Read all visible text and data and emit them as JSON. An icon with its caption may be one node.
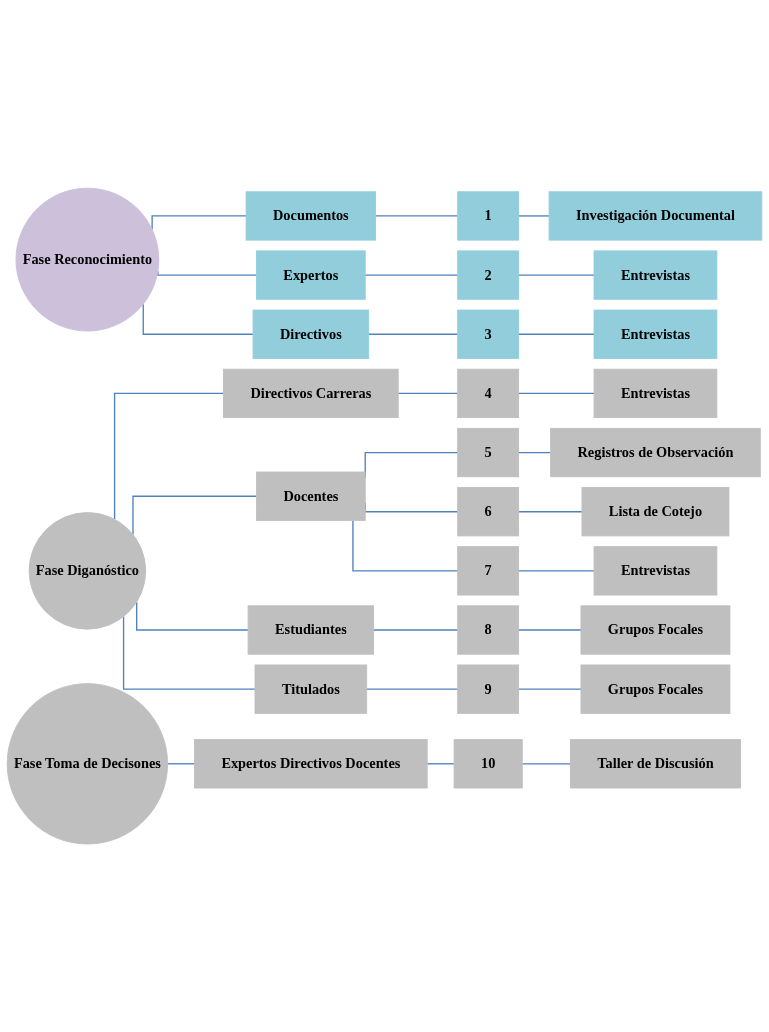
{
  "diagram": {
    "nodes": [
      {
        "text": [
          "Fase Reconocimiento"
        ]
      },
      {
        "text": [
          "Documentos"
        ]
      },
      {
        "text": [
          "1"
        ]
      },
      {
        "text": [
          "Investigación Documental"
        ]
      },
      {
        "text": [
          "Expertos"
        ]
      },
      {
        "text": [
          "2"
        ]
      },
      {
        "text": [
          "Entrevistas"
        ]
      },
      {
        "text": [
          "Directivos"
        ]
      },
      {
        "text": [
          "3"
        ]
      },
      {
        "text": [
          "Entrevistas"
        ]
      },
      {
        "text": [
          "Fase Diganóstico"
        ]
      },
      {
        "text": [
          "Directivos Carreras"
        ]
      },
      {
        "text": [
          "4"
        ]
      },
      {
        "text": [
          "Entrevistas"
        ]
      },
      {
        "text": [
          "Docentes"
        ]
      },
      {
        "text": [
          "5"
        ]
      },
      {
        "text": [
          "Registros de Observación"
        ]
      },
      {
        "text": [
          "6"
        ]
      },
      {
        "text": [
          "Lista de Cotejo"
        ]
      },
      {
        "text": [
          "7"
        ]
      },
      {
        "text": [
          "Entrevistas"
        ]
      },
      {
        "text": [
          "Estudiantes"
        ]
      },
      {
        "text": [
          "8"
        ]
      },
      {
        "text": [
          "Grupos Focales"
        ]
      },
      {
        "text": [
          "Titulados"
        ]
      },
      {
        "text": [
          "9"
        ]
      },
      {
        "text": [
          "Grupos Focales"
        ]
      },
      {
        "text": [
          "Fase Toma de Decisones"
        ]
      },
      {
        "text": [
          "Expertos Directivos Docentes"
        ]
      },
      {
        "text": [
          "10"
        ]
      },
      {
        "text": [
          "Taller de Discusión"
        ]
      }
    ],
    "edges": [
      {
        "from": 0,
        "to": 1,
        "arrow": "none"
      },
      {
        "from": 1,
        "to": 2,
        "arrow": "none"
      },
      {
        "from": 2,
        "to": 3,
        "arrow": "none"
      },
      {
        "from": 0,
        "to": 4,
        "arrow": "none"
      },
      {
        "from": 4,
        "to": 5,
        "arrow": "none"
      },
      {
        "from": 5,
        "to": 6,
        "arrow": "none"
      },
      {
        "from": 0,
        "to": 7,
        "arrow": "none"
      },
      {
        "from": 7,
        "to": 8,
        "arrow": "none"
      },
      {
        "from": 8,
        "to": 9,
        "arrow": "none"
      },
      {
        "from": 10,
        "to": 11,
        "arrow": "none"
      },
      {
        "from": 11,
        "to": 12,
        "arrow": "none"
      },
      {
        "from": 12,
        "to": 13,
        "arrow": "none"
      },
      {
        "from": 10,
        "to": 14,
        "arrow": "none"
      },
      {
        "from": 14,
        "to": 15,
        "arrow": "none"
      },
      {
        "from": 15,
        "to": 16,
        "arrow": "none"
      },
      {
        "from": 14,
        "to": 17,
        "arrow": "none"
      },
      {
        "from": 17,
        "to": 18,
        "arrow": "none"
      },
      {
        "from": 14,
        "to": 19,
        "arrow": "none"
      },
      {
        "from": 19,
        "to": 20,
        "arrow": "none"
      },
      {
        "from": 10,
        "to": 21,
        "arrow": "none"
      },
      {
        "from": 21,
        "to": 22,
        "arrow": "none"
      },
      {
        "from": 22,
        "to": 23,
        "arrow": "none"
      },
      {
        "from": 10,
        "to": 24,
        "arrow": "none"
      },
      {
        "from": 24,
        "to": 25,
        "arrow": "none"
      },
      {
        "from": 25,
        "to": 26,
        "arrow": "none"
      },
      {
        "from": 27,
        "to": 28,
        "arrow": "none"
      },
      {
        "from": 28,
        "to": 29,
        "arrow": "none"
      },
      {
        "from": 29,
        "to": 30,
        "arrow": "none"
      }
    ]
  }
}
